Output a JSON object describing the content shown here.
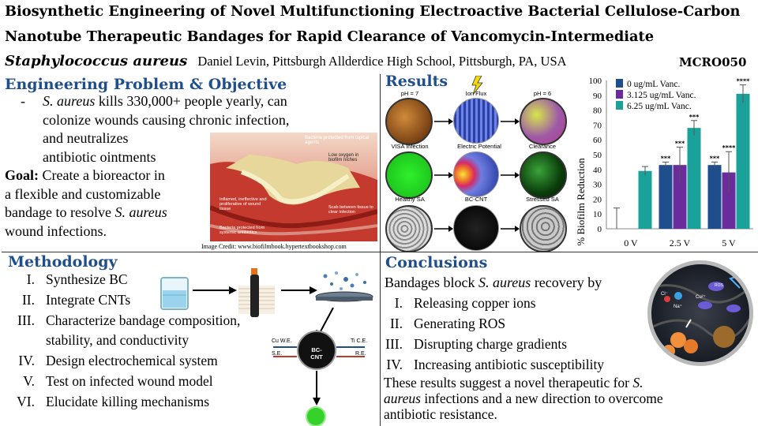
{
  "header": {
    "title_line1": "Biosynthetic Engineering of Novel Multifunctioning Electroactive Bacterial Cellulose-Carbon",
    "title_line2": "Nanotube Therapeutic Bandages for Rapid Clearance of Vancomycin-Intermediate",
    "title_italic": "Staphylococcus aureus",
    "author": "Daniel Levin, Pittsburgh Allderdice High School, Pittsburgh, PA, USA",
    "code": "MCRO050"
  },
  "objective": {
    "heading": "Engineering Problem & Objective",
    "bullet_dash": "-",
    "bullet_italic": "S. aureus",
    "bullet_rest1": " kills 330,000+ people yearly, can",
    "bullet_line2": "colonize wounds causing chronic infection,",
    "bullet_line3": "and neutralizes",
    "bullet_line4": "antibiotic ointments",
    "goal_label": "Goal:",
    "goal_line1": " Create a bioreactor in",
    "goal_line2": "a flexible and customizable",
    "goal_line3a": "bandage to resolve ",
    "goal_line3_italic": "S. aureus",
    "goal_line4": "wound infections.",
    "image_credit": "Image Credit: www.biofilmbook.hypertextbookshop.com",
    "wound_labels": [
      "Bacteria protected from topical agents",
      "Low oxygen in biofilm niches",
      "Inflamed, ineffective and proliferative of wound tissue",
      "Bacteria protected from systemic antibiotics",
      "Scab between tissue to clear infection"
    ]
  },
  "methodology": {
    "heading": "Methodology",
    "items": [
      {
        "num": "I.",
        "text": "Synthesize BC"
      },
      {
        "num": "II.",
        "text": "Integrate CNTs"
      },
      {
        "num": "III.",
        "text": "Characterize bandage composition,"
      },
      {
        "num": "",
        "text": "stability, and conductivity"
      },
      {
        "num": "IV.",
        "text": "Design electrochemical system"
      },
      {
        "num": "V.",
        "text": "Test on infected wound model"
      },
      {
        "num": "VI.",
        "text": "Elucidate killing mechanisms"
      }
    ],
    "diagram": {
      "center": "BC-CNT",
      "left_top": "Cu W.E.",
      "left_bottom": "S.E.",
      "right_top": "Ti C.E.",
      "right_bottom": "R.E."
    }
  },
  "results": {
    "heading": "Results",
    "images": [
      {
        "label": "pH = 7"
      },
      {
        "label": "Ion Flux"
      },
      {
        "label": "pH = 6"
      },
      {
        "label": "VISA Infection"
      },
      {
        "label": "Electric Potential"
      },
      {
        "label": "Clearance"
      },
      {
        "label": "Healthy SA"
      },
      {
        "label": "BC-CNT"
      },
      {
        "label": "Stressed SA"
      }
    ]
  },
  "chart_data": {
    "type": "bar",
    "ylabel": "% Biofilm Reduction",
    "ylim": [
      0,
      100
    ],
    "yticks": [
      "0",
      "10",
      "20",
      "30",
      "40",
      "50",
      "60",
      "70",
      "80",
      "90",
      "100"
    ],
    "categories": [
      "0 V",
      "2.5 V",
      "5 V"
    ],
    "legend_position": "top-left",
    "series": [
      {
        "name": "0  ug/mL Vanc.",
        "color": "#1f4e8c",
        "values": [
          0,
          43,
          43
        ],
        "errors": [
          14,
          2,
          2
        ],
        "sig": [
          "",
          "***",
          "***"
        ]
      },
      {
        "name": "3.125 ug/mL Vanc.",
        "color": "#6a2c9c",
        "values": [
          0,
          43,
          38
        ],
        "errors": [
          0,
          12,
          14
        ],
        "sig": [
          "",
          "***",
          "****"
        ]
      },
      {
        "name": "6.25 ug/mL Vanc.",
        "color": "#1aa199",
        "values": [
          39,
          68,
          91
        ],
        "errors": [
          3,
          5,
          6
        ],
        "sig": [
          "",
          "***",
          "****"
        ]
      }
    ]
  },
  "conclusions": {
    "heading": "Conclusions",
    "intro_a": "Bandages block ",
    "intro_italic": "S. aureus",
    "intro_b": " recovery by",
    "items": [
      {
        "num": "I.",
        "text": "Releasing copper ions"
      },
      {
        "num": "II.",
        "text": "Generating ROS"
      },
      {
        "num": "III.",
        "text": "Disrupting charge gradients"
      },
      {
        "num": "IV.",
        "text": "Increasing antibiotic susceptibility"
      }
    ],
    "summary_line1a": "These results suggest a novel therapeutic for ",
    "summary_line1_italic": "S.",
    "summary_line2_italic": "aureus",
    "summary_line2b": " infections and a new direction to overcome",
    "summary_line3": "antibiotic resistance.",
    "figure_labels": [
      "Cu²⁺",
      "Cl⁻",
      "Na⁺",
      "ROS"
    ]
  },
  "colors": {
    "heading": "#1f4e8c",
    "border": "#333333"
  }
}
